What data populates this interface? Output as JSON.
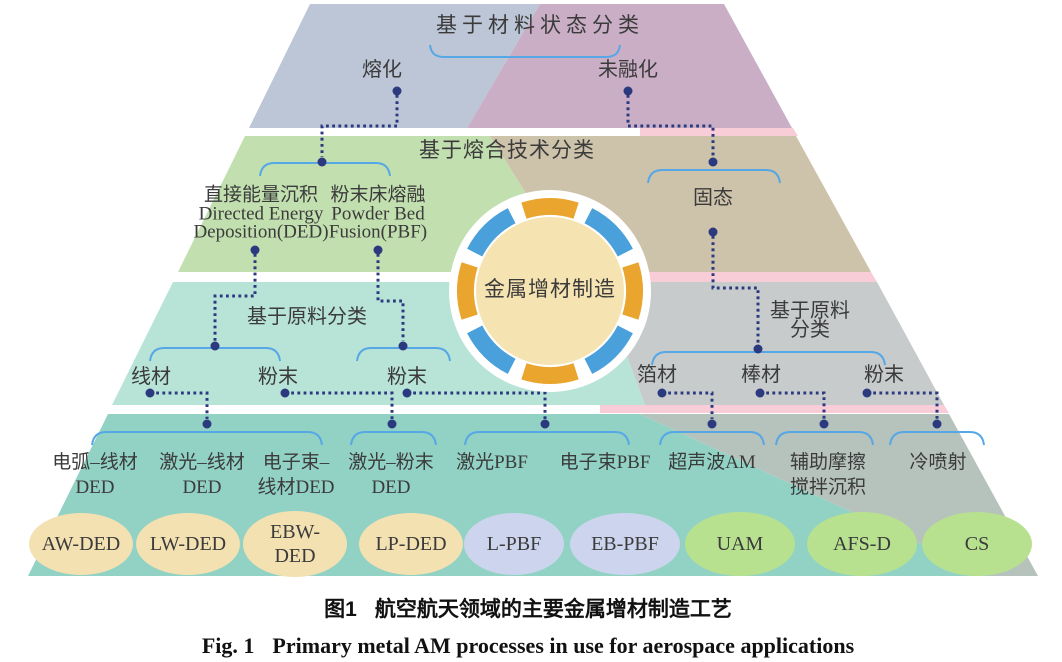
{
  "palette": {
    "band1_left": "#bcc6d6",
    "band1_right": "#c9aec6",
    "band2_left": "#c2dfaf",
    "band2_right": "#cdc2aa",
    "band3_left": "#b8e3d7",
    "band3_right": "#c8cbcc",
    "band4_left": "#92d2c5",
    "band4_right": "#b6c2bc",
    "stripe_pink": "#f9cdd8",
    "ring_orange": "#e9a52e",
    "ring_blue": "#4aa0da",
    "ring_center_fill": "#f5e3b2",
    "oval_cream": "#f3e1b2",
    "oval_lavender": "#cdd5ee",
    "oval_green": "#b7e18f",
    "connector_navy": "#2b3a7e",
    "bracket_blue": "#56a7e6",
    "label_text": "#3b3b3b"
  },
  "center_label": "金属增材制造",
  "level1": {
    "title": "基于材料状态分类",
    "left": "熔化",
    "right": "未融化"
  },
  "level2": {
    "title": "基于熔合技术分类",
    "ded": {
      "line1": "直接能量沉积",
      "line2": "Directed Energy",
      "line3": "Deposition(DED)"
    },
    "pbf": {
      "line1": "粉末床熔融",
      "line2": "Powder Bed",
      "line3": "Fusion(PBF)"
    },
    "solid": "固态"
  },
  "level3_left": {
    "title": "基于原料分类",
    "items": [
      "线材",
      "粉末",
      "粉末"
    ]
  },
  "level3_right": {
    "title_line1": "基于原料",
    "title_line2": "分类",
    "items": [
      "箔材",
      "棒材",
      "粉末"
    ]
  },
  "processes": [
    {
      "line1": "电弧–线材",
      "line2": "DED"
    },
    {
      "line1": "激光–线材",
      "line2": "DED"
    },
    {
      "line1": "电子束–",
      "line2": "线材DED"
    },
    {
      "line1": "激光–粉末",
      "line2": "DED"
    },
    {
      "line1": "激光PBF",
      "line2": ""
    },
    {
      "line1": "电子束PBF",
      "line2": ""
    },
    {
      "line1": "超声波AM",
      "line2": ""
    },
    {
      "line1": "辅助摩擦",
      "line2": "搅拌沉积"
    },
    {
      "line1": "冷喷射",
      "line2": ""
    }
  ],
  "acronyms": [
    {
      "line1": "AW-DED",
      "line2": ""
    },
    {
      "line1": "LW-DED",
      "line2": ""
    },
    {
      "line1": "EBW-",
      "line2": "DED"
    },
    {
      "line1": "LP-DED",
      "line2": ""
    },
    {
      "line1": "L-PBF",
      "line2": ""
    },
    {
      "line1": "EB-PBF",
      "line2": ""
    },
    {
      "line1": "UAM",
      "line2": ""
    },
    {
      "line1": "AFS-D",
      "line2": ""
    },
    {
      "line1": "CS",
      "line2": ""
    }
  ],
  "caption": {
    "zh_label": "图1",
    "zh_text": "航空航天领域的主要金属增材制造工艺",
    "en_label": "Fig. 1",
    "en_text": "Primary metal AM processes in use for aerospace applications"
  }
}
